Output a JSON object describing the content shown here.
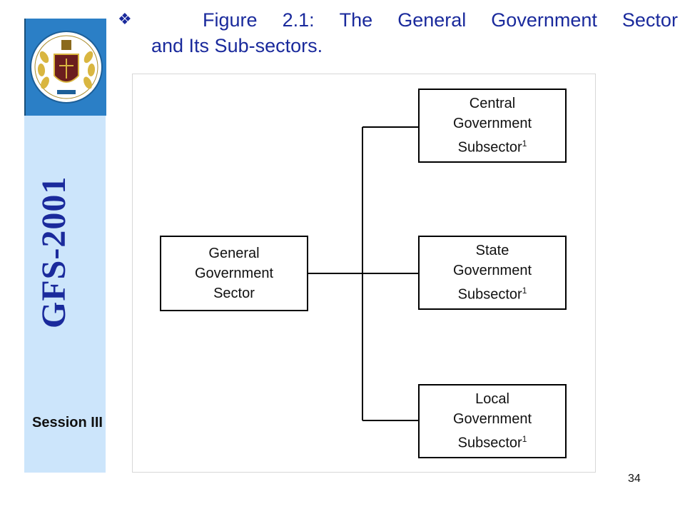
{
  "sidebar": {
    "title": "GFS-2001",
    "session": "Session III",
    "logo": {
      "icon": "emblem-seal-icon",
      "colors": {
        "background": "#2b7fc6",
        "wreath": "#d9b640",
        "shield": "#6b1e1e"
      }
    },
    "background": "#cce5fb",
    "title_color": "#1a2a9c"
  },
  "heading": {
    "bullet_icon": "diamond-bullet-icon",
    "line1": [
      "Figure",
      "2.1:",
      "The",
      "General",
      "Government",
      "Sector"
    ],
    "line2": "and Its Sub-sectors."
  },
  "diagram": {
    "root": {
      "label": "General\nGovernment\nSector"
    },
    "children": [
      {
        "label": "Central\nGovernment\nSubsector",
        "footnote": "1"
      },
      {
        "label": "State\nGovernment\nSubsector",
        "footnote": "1"
      },
      {
        "label": "Local\nGovernment\nSubsector",
        "footnote": "1"
      }
    ]
  },
  "footer": {
    "page_number": "34"
  }
}
